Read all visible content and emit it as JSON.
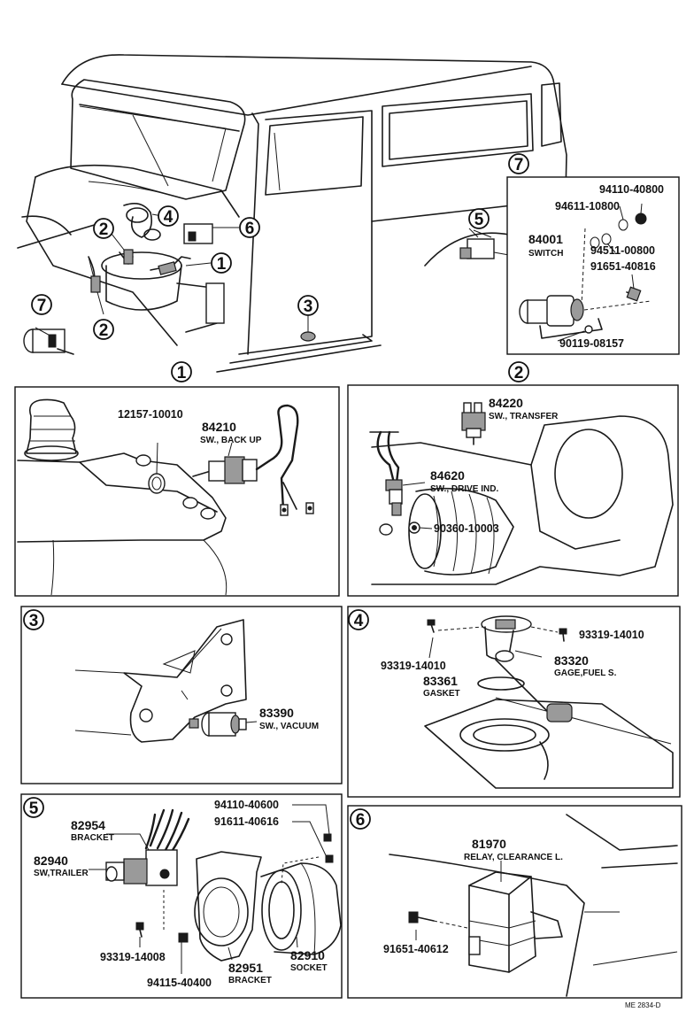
{
  "callouts": {
    "c1": "1",
    "c2": "2",
    "c3": "3",
    "c4": "4",
    "c5": "5",
    "c6": "6",
    "c7": "7"
  },
  "panel7": {
    "nut": "94110-40800",
    "washer1": "94611-10800",
    "washer2": "94511-00800",
    "switch_no": "84001",
    "switch_name": "SWITCH",
    "bolt": "91651-40816",
    "bracket": "90119-08157"
  },
  "panel1": {
    "plug": "12157-10010",
    "sw_no": "84210",
    "sw_name": "SW., BACK UP"
  },
  "panel2": {
    "sw1_no": "84220",
    "sw1_name": "SW., TRANSFER",
    "sw2_no": "84620",
    "sw2_name": "SW., DRIVE IND.",
    "plug": "90360-10003"
  },
  "panel3": {
    "sw_no": "83390",
    "sw_name": "SW., VACUUM"
  },
  "panel4": {
    "screw_left": "93319-14010",
    "screw_right": "93319-14010",
    "gage_no": "83320",
    "gage_name": "GAGE,FUEL S.",
    "gasket_no": "83361",
    "gasket_name": "GASKET"
  },
  "panel5": {
    "nut_top": "94110-40600",
    "bolt_top": "91611-40616",
    "bracket1_no": "82954",
    "bracket1_name": "BRACKET",
    "sw_no": "82940",
    "sw_name": "SW,TRAILER",
    "screw": "93319-14008",
    "nut_bottom": "94115-40400",
    "bracket2_no": "82951",
    "bracket2_name": "BRACKET",
    "socket_no": "82910",
    "socket_name": "SOCKET"
  },
  "panel6": {
    "relay_no": "81970",
    "relay_name": "RELAY, CLEARANCE L.",
    "bolt": "91651-40612"
  },
  "footer": {
    "code": "ME 2834-D"
  }
}
